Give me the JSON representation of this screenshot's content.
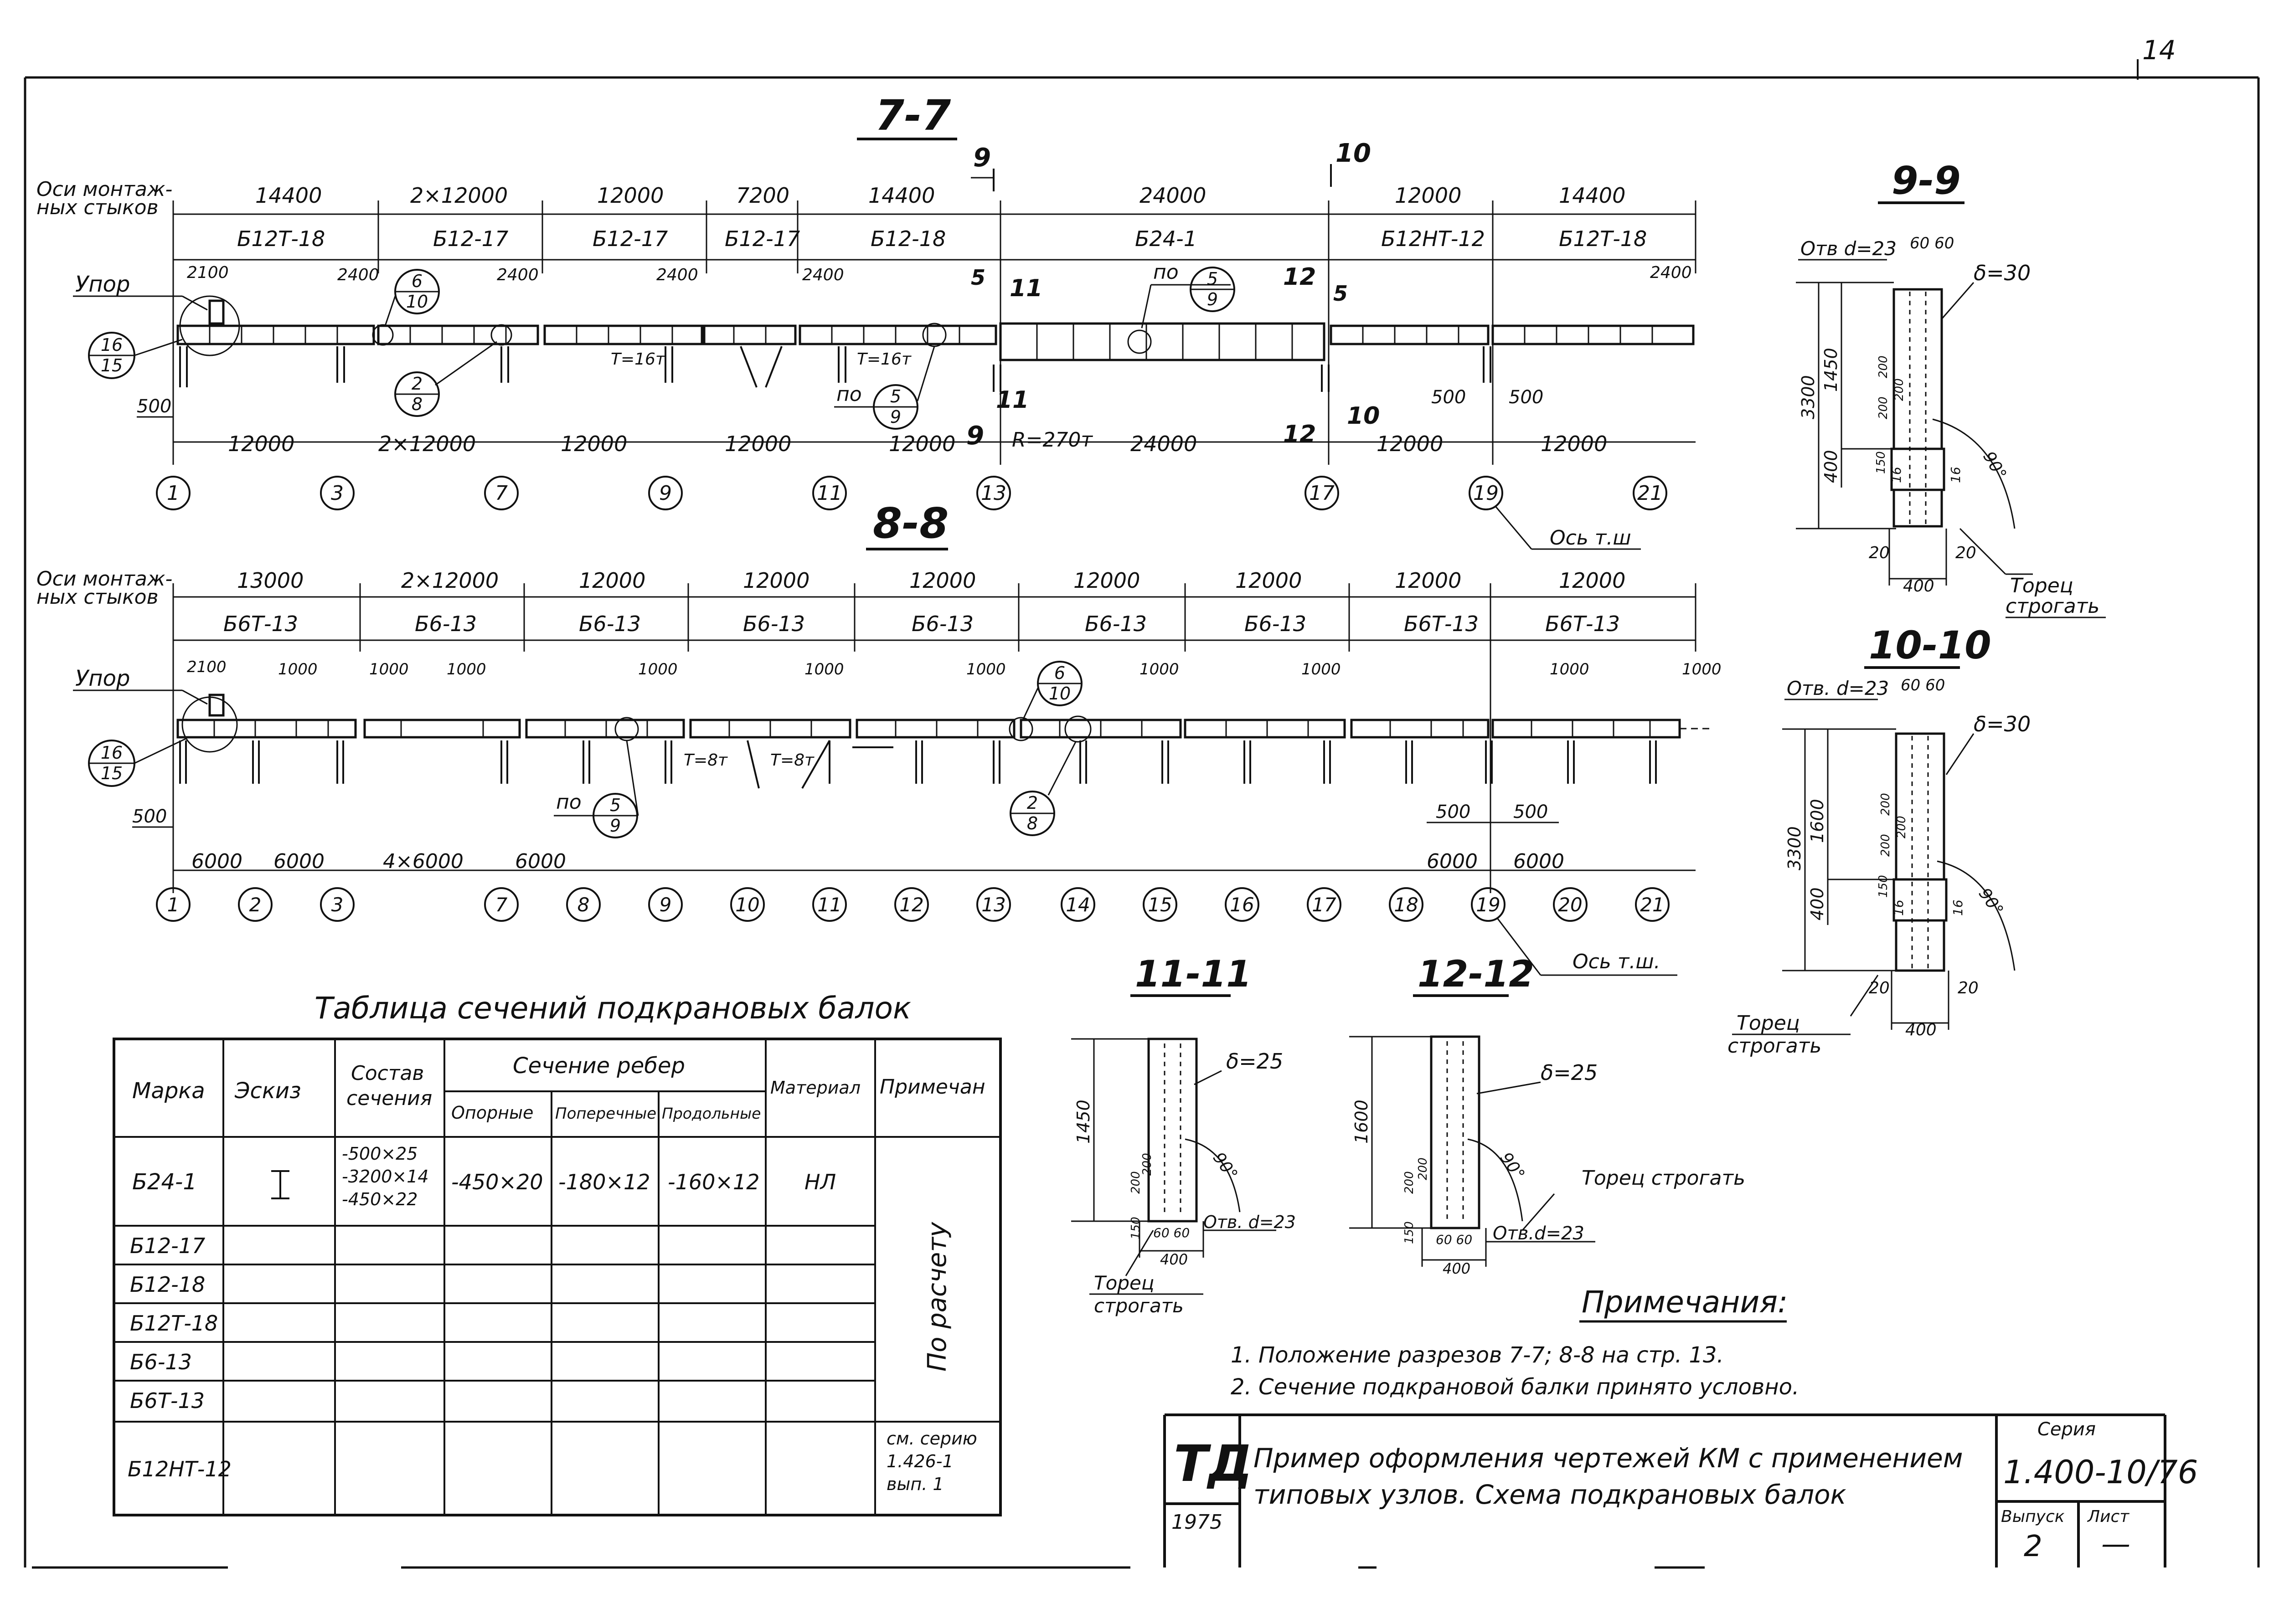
{
  "sheet_number": "14",
  "section_7_7": {
    "title": "7-7",
    "axes_caption_line1": "Оси монтаж-",
    "axes_caption_line2": "ных стыков",
    "top_dims": [
      "14400",
      "2×12000",
      "12000",
      "7200",
      "14400",
      "24000",
      "12000",
      "14400"
    ],
    "beam_marks": [
      "Б12Т-18",
      "Б12-17",
      "Б12-17",
      "Б12-17",
      "Б12-18",
      "Б24-1",
      "Б12НТ-12",
      "Б12Т-18"
    ],
    "stop_label": "Упор",
    "small_dims": [
      "2100",
      "2400",
      "2400",
      "2400",
      "2400",
      "2400"
    ],
    "left_500": "500",
    "mid_500_a": "500",
    "mid_500_b": "500",
    "t16a": "T=16т",
    "t16b": "T=16т",
    "po_label_a": "по",
    "po_label_b": "по",
    "load_label": "R=270т",
    "bottom_dims": [
      "12000",
      "2×12000",
      "12000",
      "12000",
      "12000",
      "24000",
      "12000",
      "12000"
    ],
    "axis_nums": [
      "1",
      "3",
      "7",
      "9",
      "11",
      "13",
      "17",
      "19",
      "21"
    ],
    "cut_9": "9",
    "cut_10": "10",
    "cut_11": "11",
    "cut_12": "12",
    "cut_5": "5",
    "axis_label": "Ось т.ш"
  },
  "section_8_8": {
    "title": "8-8",
    "axes_caption_line1": "Оси монтаж-",
    "axes_caption_line2": "ных стыков",
    "top_dims": [
      "13000",
      "2×12000",
      "12000",
      "12000",
      "12000",
      "12000",
      "12000",
      "12000",
      "12000"
    ],
    "beam_marks": [
      "Б6Т-13",
      "Б6-13",
      "Б6-13",
      "Б6-13",
      "Б6-13",
      "Б6-13",
      "Б6-13",
      "Б6Т-13",
      "Б6Т-13"
    ],
    "stop_label": "Упор",
    "small_dims": [
      "2100",
      "1000",
      "1000",
      "1000",
      "1000",
      "1000",
      "1000",
      "1000",
      "1000",
      "1000",
      "1000"
    ],
    "left_500": "500",
    "mid_500_a": "500",
    "mid_500_b": "500",
    "t8a": "T=8т",
    "t8b": "T=8т",
    "po_label": "по",
    "bottom_dims": [
      "6000",
      "6000",
      "4×6000",
      "6000",
      "6000",
      "6000"
    ],
    "axis_nums": [
      "1",
      "2",
      "3",
      "7",
      "8",
      "9",
      "10",
      "11",
      "12",
      "13",
      "14",
      "15",
      "16",
      "17",
      "18",
      "19",
      "20",
      "21"
    ],
    "axis_label": "Ось т.ш."
  },
  "callouts": {
    "c16_15": {
      "top": "16",
      "bottom": "15"
    },
    "c6_10": {
      "top": "6",
      "bottom": "10"
    },
    "c2_8": {
      "top": "2",
      "bottom": "8"
    },
    "c5_9": {
      "top": "5",
      "bottom": "9"
    }
  },
  "section_9_9": {
    "title": "9-9",
    "holes": "Отв d=23",
    "pitch": "60 60",
    "delta": "δ=30",
    "dims_left": [
      "3300",
      "1450",
      "400"
    ],
    "dims_inner": [
      "200",
      "200",
      "200",
      "150"
    ],
    "sixteen": "16",
    "angle": "90°",
    "bottom_20l": "20",
    "bottom_20r": "20",
    "width": "400",
    "face_line1": "Торец",
    "face_line2": "строгать"
  },
  "section_10_10": {
    "title": "10-10",
    "holes": "Отв. d=23",
    "pitch": "60 60",
    "delta": "δ=30",
    "dims_left": [
      "3300",
      "1600",
      "400"
    ],
    "dims_inner": [
      "200",
      "200",
      "200",
      "150"
    ],
    "sixteen": "16",
    "angle": "90°",
    "bottom_20l": "20",
    "bottom_20r": "20",
    "width": "400",
    "face_line1": "Торец",
    "face_line2": "строгать"
  },
  "section_11_11": {
    "title": "11-11",
    "delta": "δ=25",
    "height": "1450",
    "inner": [
      "200",
      "200",
      "150"
    ],
    "angle": "90°",
    "pitch": "60 60",
    "holes": "Отв. d=23",
    "width": "400",
    "face_line1": "Торец",
    "face_line2": "строгать"
  },
  "section_12_12": {
    "title": "12-12",
    "delta": "δ=25",
    "height": "1600",
    "inner": [
      "200",
      "200",
      "150"
    ],
    "angle": "90°",
    "pitch": "60 60",
    "holes": "Отв.d=23",
    "width": "400",
    "face": "Торец строгать"
  },
  "table": {
    "title": "Таблица сечений подкрановых балок",
    "h_mark": "Марка",
    "h_sketch": "Эскиз",
    "h_comp_line1": "Состав",
    "h_comp_line2": "сечения",
    "h_ribs": "Сечение ребер",
    "h_support": "Опорные",
    "h_cross": "Поперечные",
    "h_long": "Продольные",
    "h_material": "Материал",
    "h_note": "Примечан",
    "rows": [
      {
        "mark": "Б24-1",
        "comp": [
          "-500×25",
          "-3200×14",
          "-450×22"
        ],
        "support": "-450×20",
        "cross": "-180×12",
        "long": "-160×12",
        "material": "НЛ"
      },
      {
        "mark": "Б12-17"
      },
      {
        "mark": "Б12-18"
      },
      {
        "mark": "Б12Т-18"
      },
      {
        "mark": "Б6-13"
      },
      {
        "mark": "Б6Т-13"
      },
      {
        "mark": "Б12НТ-12"
      }
    ],
    "note_rotated": "По расчету",
    "last_note": [
      "см. серию",
      "1.426-1",
      "вып. 1"
    ]
  },
  "notes": {
    "title": "Примечания:",
    "items": [
      "1. Положение разрезов 7-7; 8-8 на стр. 13.",
      "2. Сечение подкрановой балки принято условно."
    ]
  },
  "title_block": {
    "logo": "ТД",
    "year": "1975",
    "desc_line1": "Пример оформления чертежей КМ с применением",
    "desc_line2": "типовых узлов. Схема подкрановых балок",
    "series_label": "Серия",
    "series": "1.400-10/76",
    "issue_label": "Выпуск",
    "issue": "2",
    "sheet_label": "Лист",
    "sheet": "—"
  }
}
